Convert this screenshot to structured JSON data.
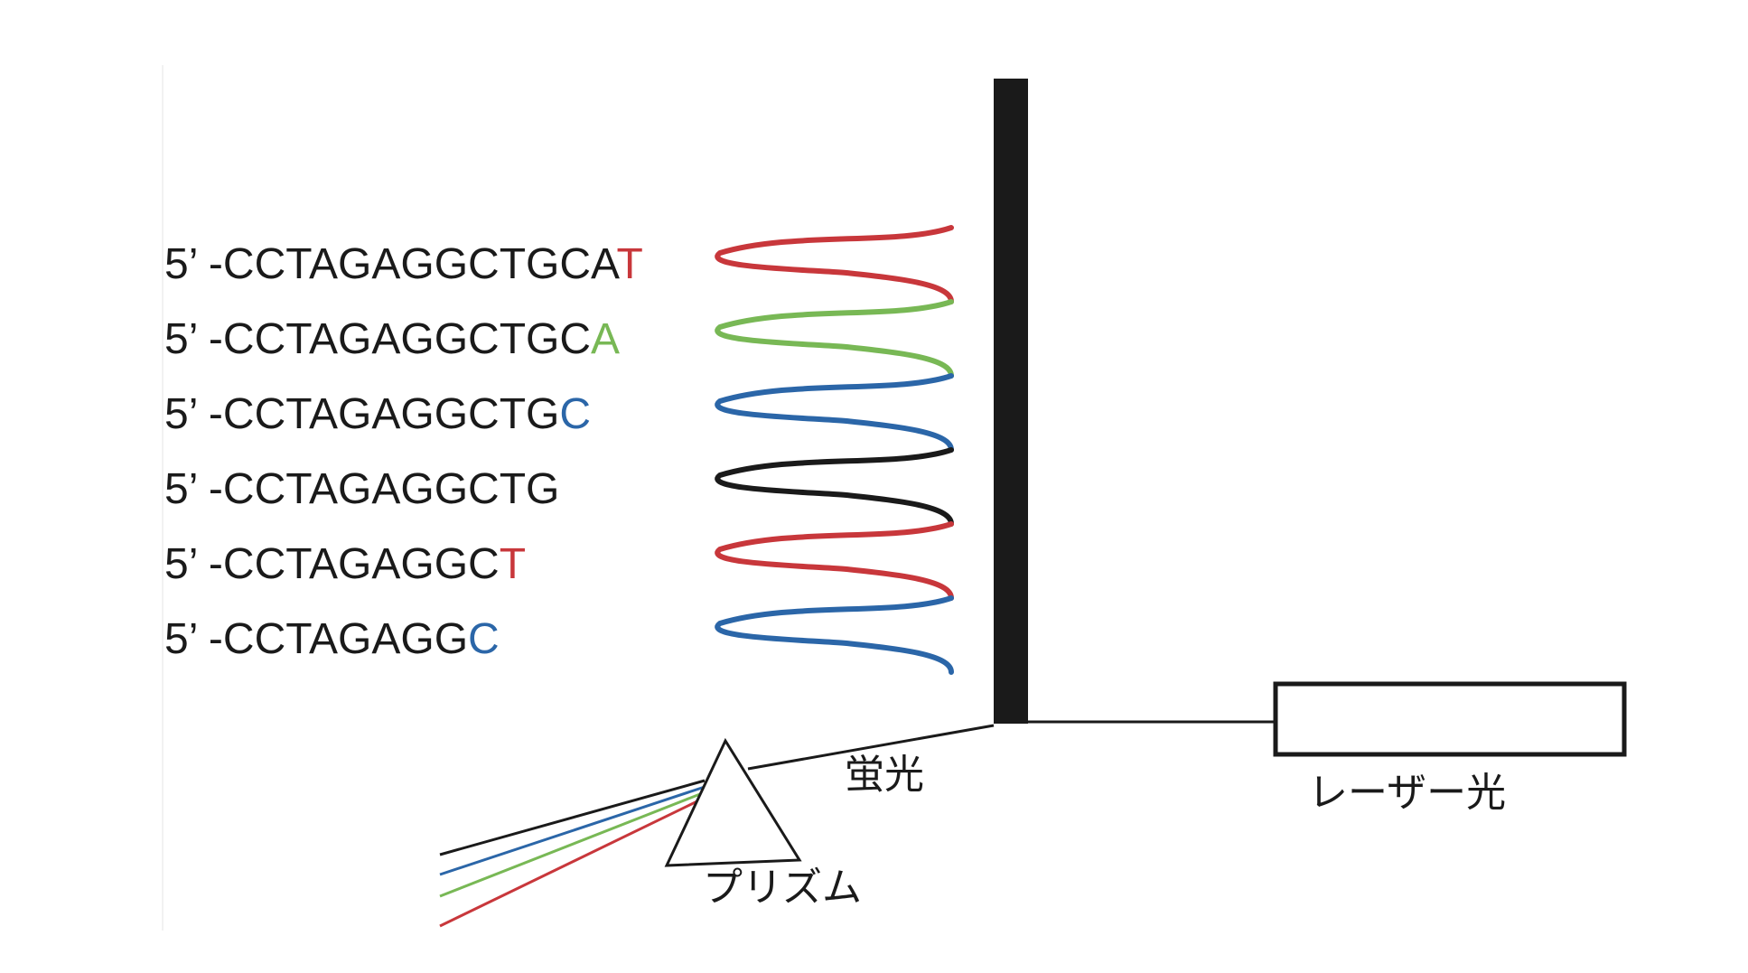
{
  "colors": {
    "T": "#c8373b",
    "A": "#78b855",
    "C": "#2b66a8",
    "G": "#1a1a1a",
    "text": "#1a1a1a",
    "column": "#1a1a1a"
  },
  "sequences": [
    {
      "prefix": "5’ -CCTAGAGGCTGCA",
      "last": "T",
      "color": "#c8373b"
    },
    {
      "prefix": "5’ -CCTAGAGGCTGC",
      "last": "A",
      "color": "#78b855"
    },
    {
      "prefix": "5’ -CCTAGAGGCTG",
      "last": "C",
      "color": "#2b66a8"
    },
    {
      "prefix": "5’ -CCTAGAGGCT",
      "last": "G",
      "color": "#1a1a1a"
    },
    {
      "prefix": "5’ -CCTAGAGGC",
      "last": "T",
      "color": "#c8373b"
    },
    {
      "prefix": "5’ -CCTAGAGG",
      "last": "C",
      "color": "#2b66a8"
    }
  ],
  "labels": {
    "fluorescence": "蛍光",
    "laser": "レーザー光",
    "prism": "プリズム"
  },
  "dispersed_rays": [
    {
      "color": "#1a1a1a",
      "icon": "black-ray"
    },
    {
      "color": "#2b66a8",
      "icon": "blue-ray"
    },
    {
      "color": "#78b855",
      "icon": "green-ray"
    },
    {
      "color": "#c8373b",
      "icon": "red-ray"
    }
  ]
}
